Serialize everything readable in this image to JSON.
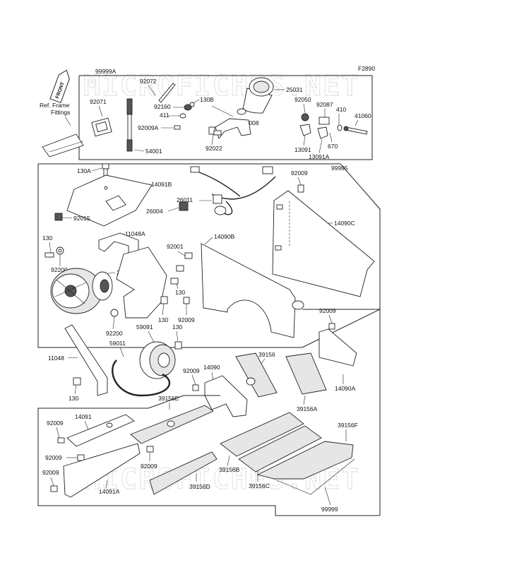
{
  "figure_code": "F2890",
  "watermark": "MICROFICHES.NET",
  "front_tag": "FRONT",
  "ref_frame_note": "Ref. Frame\nFittings",
  "part_labels": {
    "p99999a": "99999A",
    "p92072": "92072",
    "p92071": "92071",
    "p25031": "25031",
    "p130b": "130B",
    "p92160": "92160",
    "p411": "411",
    "p92009a": "92009A",
    "p25008": "25008",
    "p92022": "92022",
    "p54001": "54001",
    "p92050": "92050",
    "p92087": "92087",
    "p410": "410",
    "p41060": "41060",
    "p670": "670",
    "p13091": "13091",
    "p13091a": "13091A",
    "p130a": "130A",
    "p14091b": "14091B",
    "p26011": "26011",
    "p26004": "26004",
    "p92015": "92015",
    "p11048a": "11048A",
    "p92009_a": "92009",
    "p99995": "99995",
    "p14090c": "14090C",
    "p14090b": "14090B",
    "p130_a": "130",
    "p92200_a": "92200",
    "p21001": "21001",
    "p92001": "92001",
    "p130_b": "130",
    "p130_c": "130",
    "p92009_b": "92009",
    "p92200_b": "92200",
    "p59091": "59091",
    "p130_d": "130",
    "p59011": "59011",
    "p11048": "11048",
    "p130_e": "130",
    "p92009_c": "92009",
    "p14090a": "14090A",
    "p39156_a": "39156",
    "p14090": "14090",
    "p92009_d": "92009",
    "p39156a": "39156A",
    "p39156e": "39156E",
    "p14091": "14091",
    "p92009_e": "92009",
    "p39156f": "39156F",
    "p92009_f": "92009",
    "p92009_g": "92009",
    "p39156b": "39156B",
    "p39156c": "39156C",
    "p39156d": "39156D",
    "p92009_h": "92009",
    "p14091a": "14091A",
    "p99999": "99999"
  }
}
